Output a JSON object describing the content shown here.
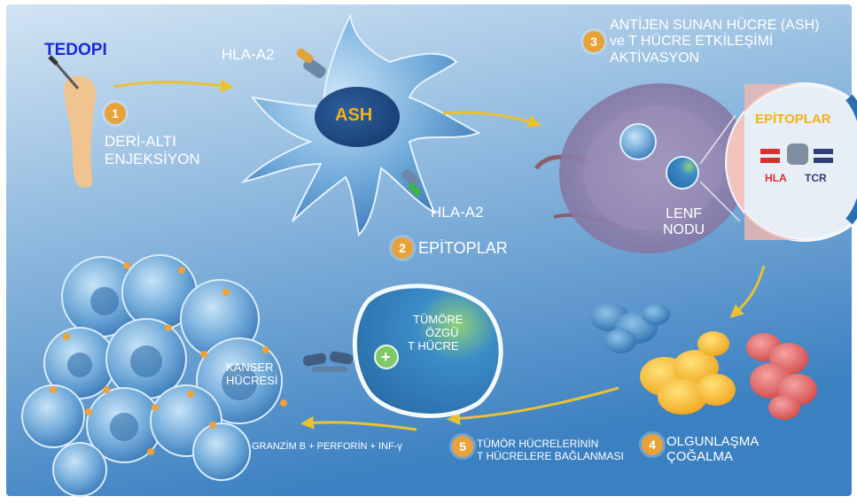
{
  "title": "TEDOPI",
  "colors": {
    "background_top": "#cfe2f2",
    "background_bottom": "#3f85c4",
    "step_badge": "#e8a23a",
    "arrow": "#e9c234",
    "epitope_label": "#f2b21a",
    "hla_label": "#d9302e",
    "tcr_label": "#2e3e7a",
    "title_color": "#1a2bd6"
  },
  "steps": [
    {
      "number": "1",
      "lines": [
        "DERİ-ALTI",
        "ENJEKSİYON"
      ]
    },
    {
      "number": "2",
      "lines": [
        "EPİTOPLAR"
      ]
    },
    {
      "number": "3",
      "lines": [
        "ANTİJEN SUNAN HÜCRE (ASH)",
        "ve T HÜCRE ETKİLEŞİMİ",
        "AKTİVASYON"
      ]
    },
    {
      "number": "4",
      "lines": [
        "OLGUNLAŞMA",
        "ÇOĞALMA"
      ]
    },
    {
      "number": "5",
      "lines": [
        "TÜMÖR HÜCRELERİNİN",
        "T HÜCRELERE BAĞLANMASI"
      ]
    }
  ],
  "labels": {
    "hla_a2_top": "HLA-A2",
    "hla_a2_bottom": "HLA-A2",
    "ash": "ASH",
    "lymph_node": [
      "LENF",
      "NODU"
    ],
    "epitoplar_inset": "EPİTOPLAR",
    "hla": "HLA",
    "tcr": "TCR",
    "t_cell": [
      "TÜMÖRE",
      "ÖZGÜ",
      "T HÜCRE"
    ],
    "plus_symbol": "+",
    "cancer_cell": [
      "KANSER",
      "HÜCRESİ"
    ],
    "cytokines": "GRANZİM B + PERFORİN + INF-γ"
  }
}
